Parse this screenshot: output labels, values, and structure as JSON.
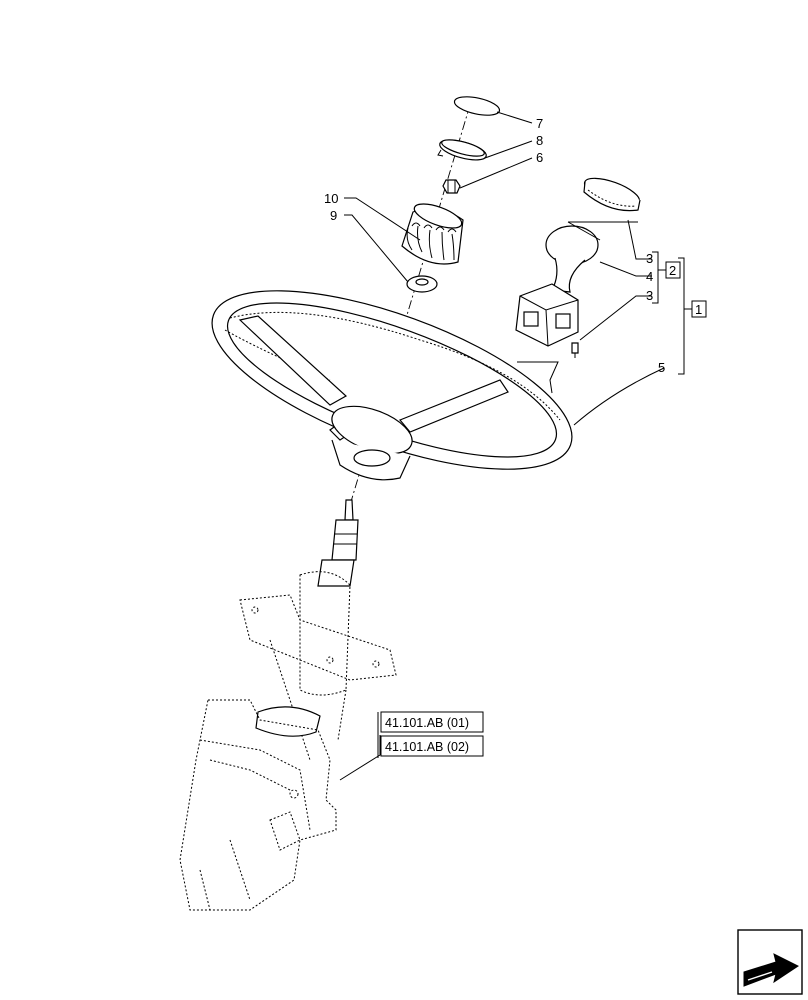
{
  "callouts": {
    "c7": "7",
    "c8": "8",
    "c6": "6",
    "c10": "10",
    "c9": "9",
    "c3a": "3",
    "c4": "4",
    "c3b": "3",
    "c5": "5",
    "box2": "2",
    "box1": "1"
  },
  "references": {
    "ref1": "41.101.AB (01)",
    "ref2": "41.101.AB (02)"
  },
  "icons": {
    "nav": "next-page-arrow-icon"
  }
}
